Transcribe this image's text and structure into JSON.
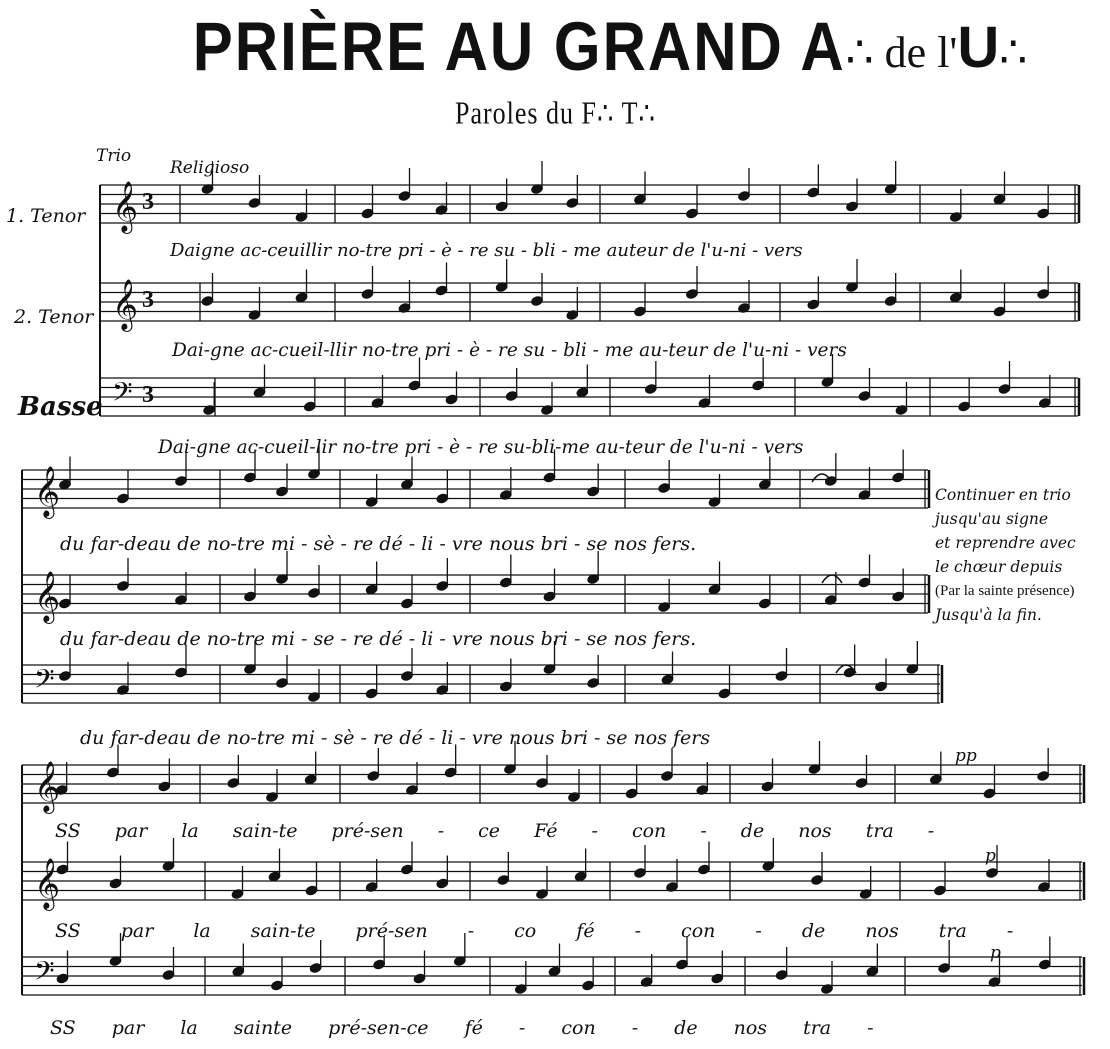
{
  "header": {
    "title_main": "PRIÈRE AU GRAND A",
    "title_small": "∴ de l'",
    "title_main2": "U",
    "title_end": "∴",
    "subtitle": "Paroles du F∴ T∴"
  },
  "tempo": {
    "trio": "Trio",
    "religioso": "Religioso"
  },
  "voices": {
    "tenor1": "1. Tenor",
    "tenor2": "2. Tenor",
    "basse": "Basse"
  },
  "lyrics": {
    "sys1_t1": "Daigne ac-ceuillir no-tre pri - è - re su - bli - me auteur de l'u-ni - vers",
    "sys1_t2": "Dai-gne ac-cueil-llir no-tre pri - è - re su - bli - me au-teur de l'u-ni - vers",
    "sys1_b": "Dai-gne ac-cueil-lir no-tre pri - è - re su-bli-me au-teur de l'u-ni - vers",
    "sys2_t1": "du far-deau de no-tre mi - sè - re dé - li - vre nous bri - se nos fers.",
    "sys2_t2": "du far-deau de no-tre mi - se - re dé - li - vre nous bri - se nos fers.",
    "sys2_b": "du far-deau de no-tre mi - sè - re dé - li - vre nous bri - se nos fers",
    "sys3_t1": "SS par la sain-te pré-sen - ce Fé - con - de nos tra -",
    "sys3_t2": "SS par la sain-te pré-sen - co fé - con - de nos tra -",
    "sys3_b": "SS par la sainte pré-sen-ce fé - con - de nos tra -"
  },
  "instructions": [
    "Continuer en trio",
    "jusqu'au signe",
    "et reprendre avec",
    "le chœur depuis",
    "(Par la sainte présence)",
    "Jusqu'à la fin."
  ],
  "dynamics": {
    "pp": "pp",
    "p": "p"
  }
}
